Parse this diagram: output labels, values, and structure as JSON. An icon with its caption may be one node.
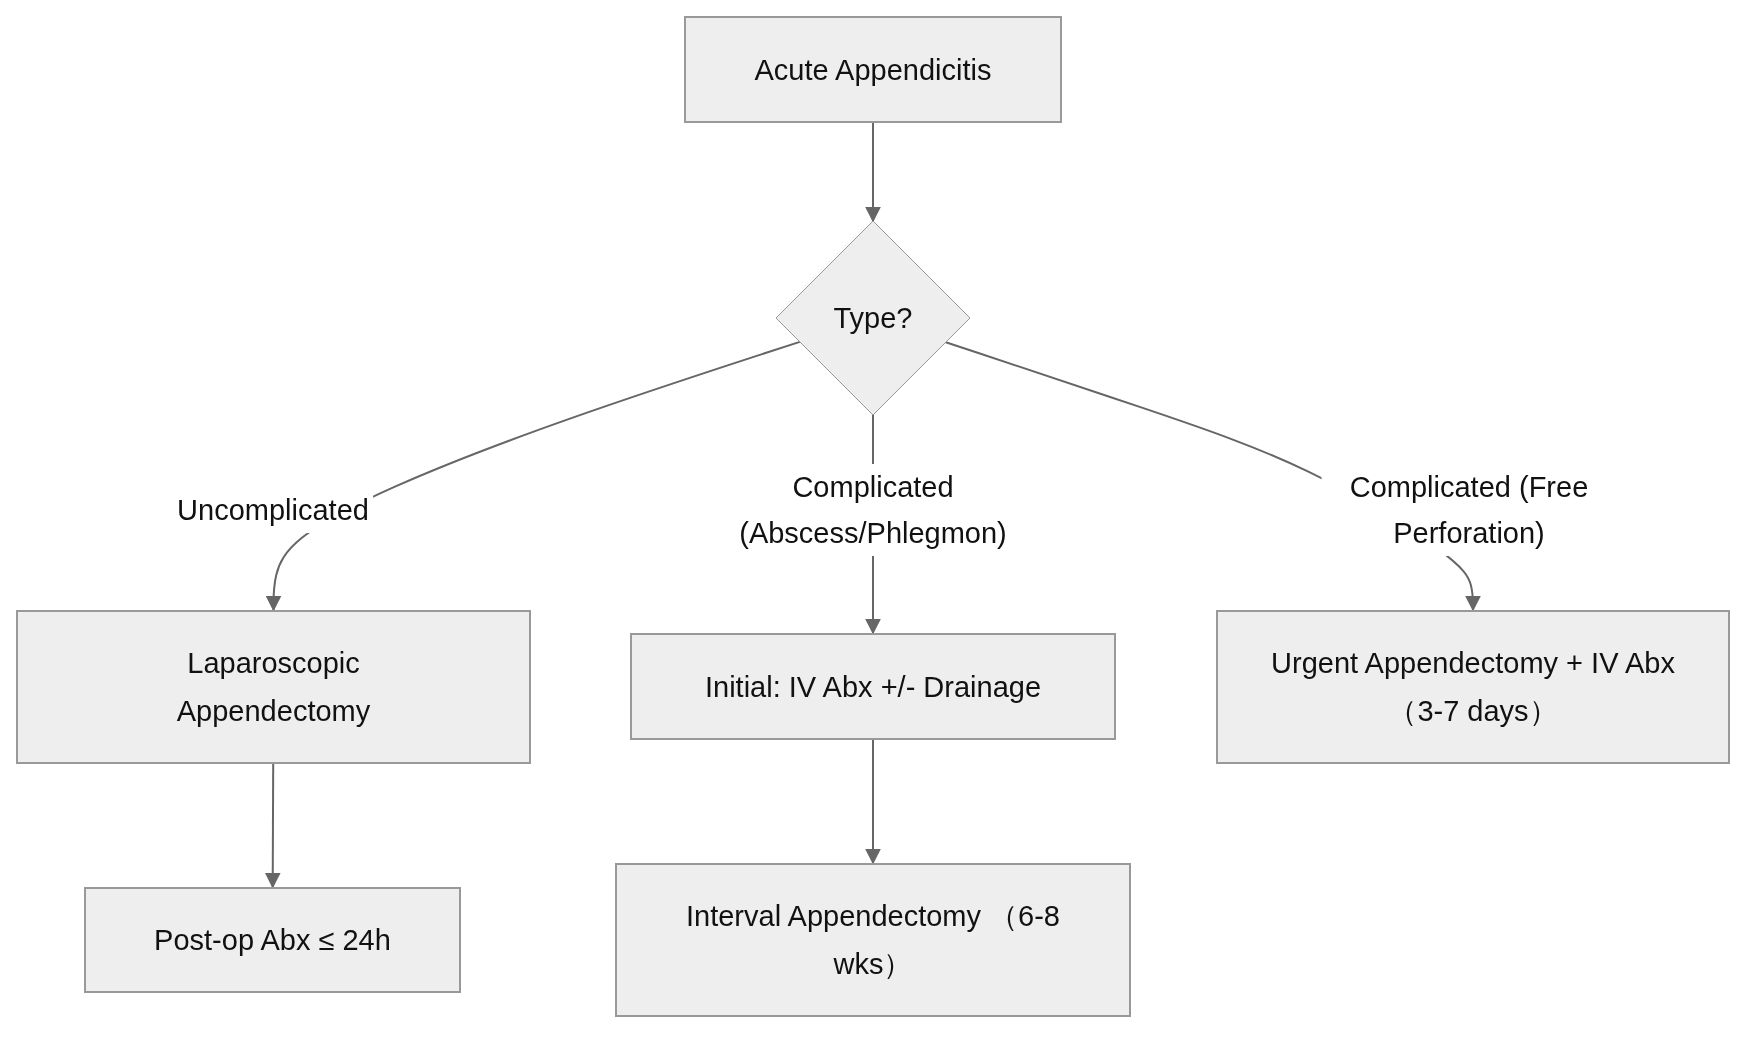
{
  "diagram": {
    "nodes": [
      {
        "text": [
          "Acute Appendicitis"
        ]
      },
      {
        "text": [
          "Type?"
        ]
      },
      {
        "text": [
          "Laparoscopic Appendectomy"
        ]
      },
      {
        "text": [
          "Initial: IV Abx +/- Drainage"
        ]
      },
      {
        "text": [
          "Urgent Appendectomy + IV Abx （3-7 days）"
        ]
      },
      {
        "text": [
          "Post-op Abx ≤ 24h"
        ]
      },
      {
        "text": [
          "Interval Appendectomy （6-8 wks）"
        ]
      }
    ],
    "edges": [
      {
        "from": 0,
        "to": 1,
        "arrow": "to"
      },
      {
        "from": 1,
        "to": 2,
        "arrow": "to",
        "label": "Uncomplicated"
      },
      {
        "from": 1,
        "to": 3,
        "arrow": "to",
        "label": "Complicated (Abscess/Phlegmon)"
      },
      {
        "from": 1,
        "to": 4,
        "arrow": "to",
        "label": "Complicated (Free Perforation)"
      },
      {
        "from": 2,
        "to": 5,
        "arrow": "to"
      },
      {
        "from": 3,
        "to": 6,
        "arrow": "to"
      }
    ]
  }
}
